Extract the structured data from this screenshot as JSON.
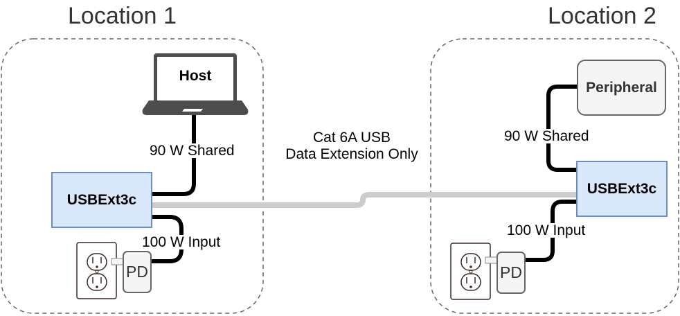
{
  "locations": [
    {
      "title": "Location 1",
      "host_label": "Host",
      "extender_label": "USBExt3c",
      "shared_power_label": "90 W Shared",
      "input_power_label": "100 W Input",
      "power_supply_label": "PD"
    },
    {
      "title": "Location 2",
      "peripheral_label": "Peripheral",
      "extender_label": "USBExt3c",
      "shared_power_label": "90 W Shared",
      "input_power_label": "100 W Input",
      "power_supply_label": "PD"
    }
  ],
  "link": {
    "label_line1": "Cat 6A USB",
    "label_line2": "Data Extension Only"
  },
  "colors": {
    "extender_fill": "#dae8fc",
    "extender_stroke": "#6c8ebf",
    "device_fill": "#f5f5f5",
    "cable_power": "#000000",
    "cable_data": "#cccccc",
    "container_stroke": "#666666",
    "laptop": "#4d4d4d"
  }
}
